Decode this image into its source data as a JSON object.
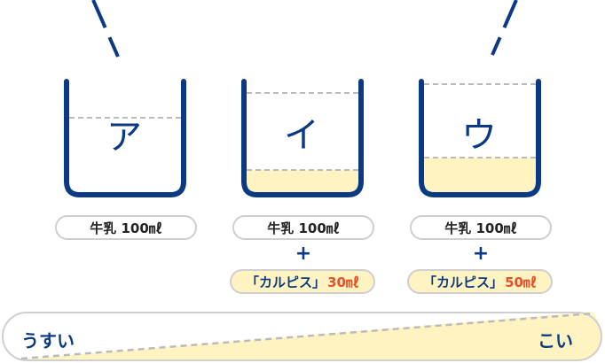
{
  "cups": [
    {
      "label": "ア",
      "ingredients": "牛乳 100㎖",
      "calpis": null,
      "fill_level": 0
    },
    {
      "label": "イ",
      "ingredients": "牛乳 100㎖",
      "calpis": {
        "name": "「カルピス」",
        "amount": "30㎖"
      },
      "fill_level": 0.2
    },
    {
      "label": "ウ",
      "ingredients": "牛乳 100㎖",
      "calpis": {
        "name": "「カルピス」",
        "amount": "50㎖"
      },
      "fill_level": 0.33
    }
  ],
  "plus_sign": "+",
  "scale": {
    "left": "うすい",
    "right": "こい"
  },
  "colors": {
    "navy": "#0b3a82",
    "liquid": "#fff3c2",
    "accent": "#e8502b",
    "gray": "#cfcfcf"
  }
}
